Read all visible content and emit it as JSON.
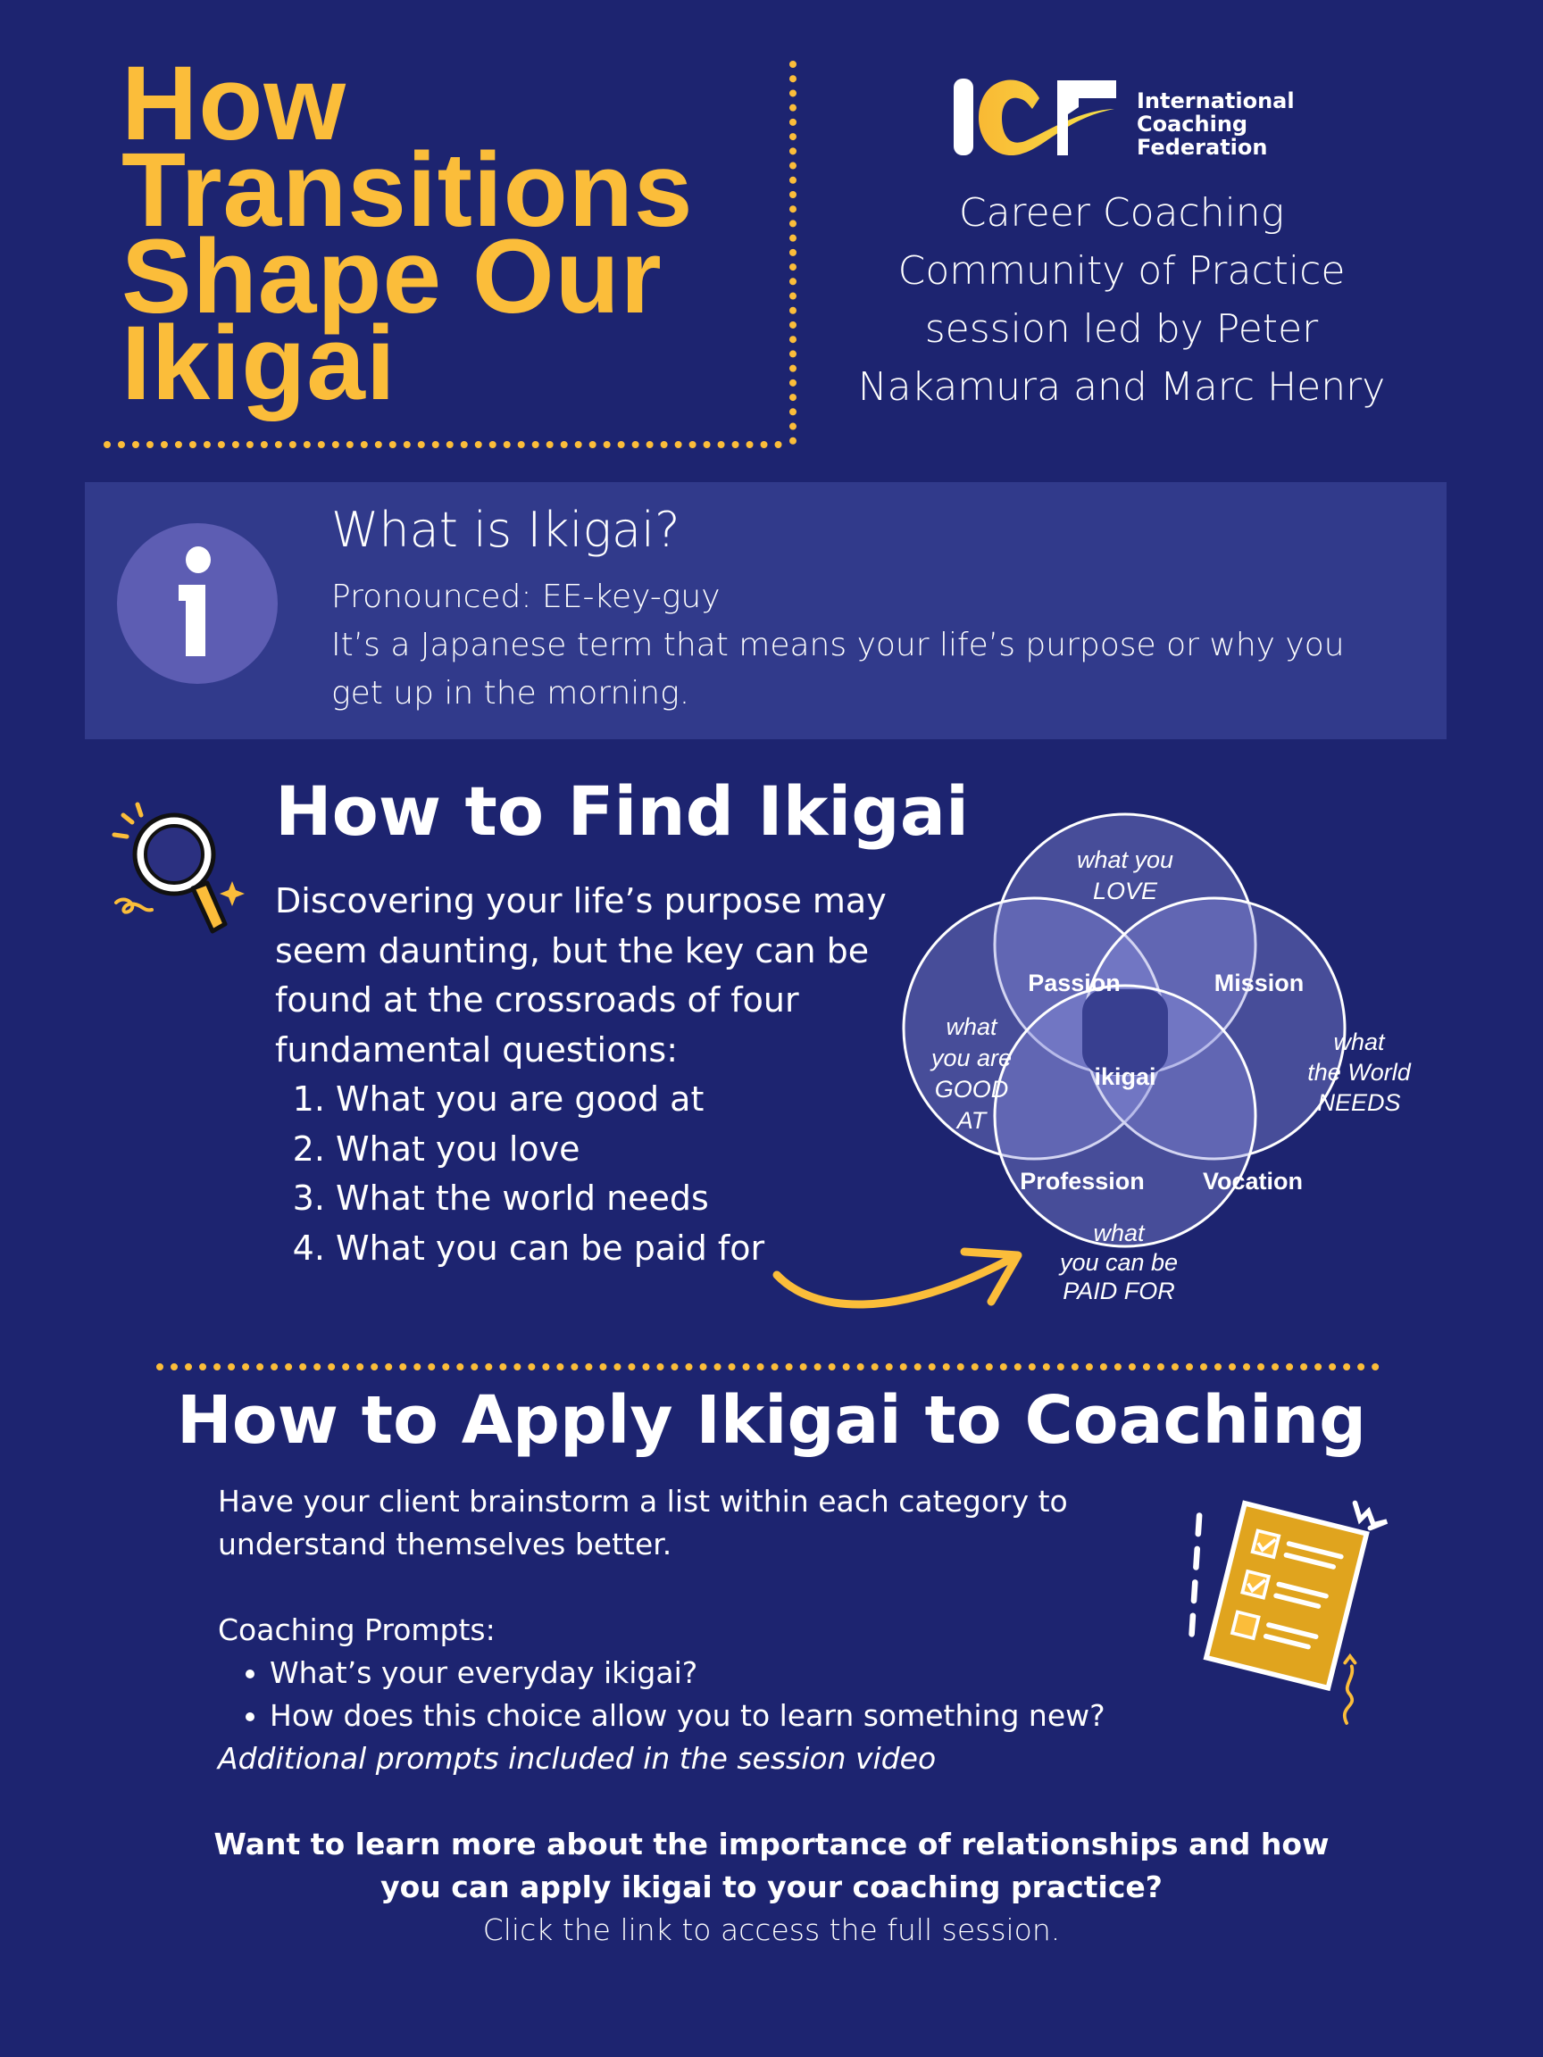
{
  "title": {
    "lines": [
      "How",
      "Transitions",
      "Shape Our",
      "Ikigai"
    ]
  },
  "logo": {
    "mark": "ICF",
    "lines": [
      "International",
      "Coaching",
      "Federation"
    ]
  },
  "session": {
    "lines": [
      "Career Coaching",
      "Community of Practice",
      "session led by Peter",
      "Nakamura and Marc Henry"
    ]
  },
  "info": {
    "icon": "info-icon",
    "heading": "What is Ikigai?",
    "pronounced": "Pronounced: EE-key-guy",
    "definition": "It’s a Japanese term that means your life’s purpose or why you get up in the morning."
  },
  "find": {
    "icon": "magnifying-glass-icon",
    "heading": "How to Find Ikigai",
    "intro": "Discovering your life’s purpose may seem daunting, but the key can be found at the crossroads of four fundamental questions:",
    "items": [
      "What you are good at",
      "What you love",
      "What the world needs",
      "What you can be paid for"
    ]
  },
  "venn": {
    "love": [
      "what you",
      "LOVE"
    ],
    "good": [
      "what",
      "you are",
      "GOOD",
      "AT"
    ],
    "needs": [
      "what",
      "the World",
      "NEEDS"
    ],
    "paid": [
      "what",
      "you can be",
      "PAID FOR"
    ],
    "passion": "Passion",
    "mission": "Mission",
    "profession": "Profession",
    "vocation": "Vocation",
    "center": "ikigai"
  },
  "apply": {
    "heading": "How to Apply Ikigai to Coaching",
    "intro": "Have your client brainstorm a list within each category to understand themselves better.",
    "prompts_label": "Coaching Prompts:",
    "prompts": [
      "What’s your everyday ikigai?",
      "How does this choice allow you to learn something new?"
    ],
    "note": "Additional prompts included in the session video",
    "icon": "checklist-icon"
  },
  "cta": {
    "bold_lines": [
      "Want to learn more about the importance of relationships and how",
      "you can apply ikigai to your coaching practice?"
    ],
    "link_text": "Click the link to access the full session."
  },
  "colors": {
    "background": "#1d2470",
    "accent": "#fbbd3a",
    "info_box": "#313a8b",
    "info_circle": "#5d5db3"
  }
}
